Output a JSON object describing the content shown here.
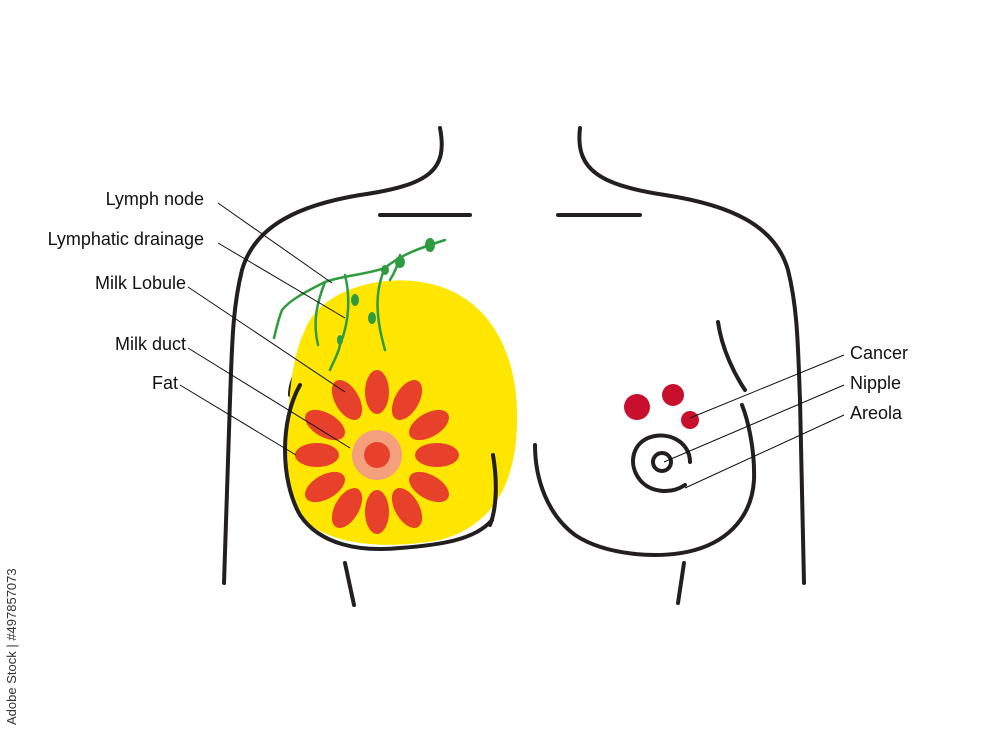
{
  "labels_left": {
    "lymph_node": "Lymph node",
    "lymphatic_drainage": "Lymphatic drainage",
    "milk_lobule": "Milk Lobule",
    "milk_duct": "Milk duct",
    "fat": "Fat"
  },
  "labels_right": {
    "cancer": "Cancer",
    "nipple": "Nipple",
    "areola": "Areola"
  },
  "stock_id": "Adobe Stock | #497857073",
  "colors": {
    "outline": "#231f20",
    "fat": "#ffe600",
    "lobule": "#e8412b",
    "areola_ring": "#f4a07c",
    "nipple_center": "#e8412b",
    "lymph": "#2e9b3e",
    "cancer": "#c8102e"
  }
}
